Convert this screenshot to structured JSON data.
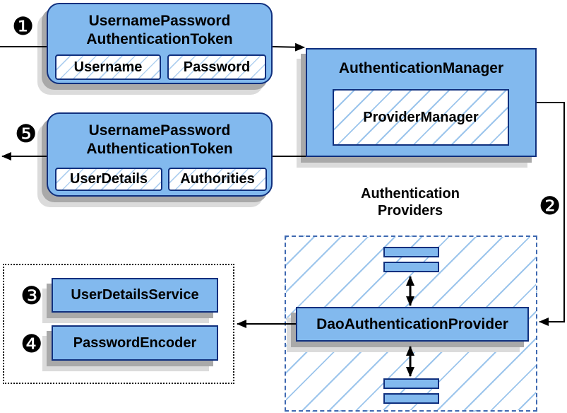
{
  "badges": {
    "one": "❶",
    "two": "❷",
    "three": "❸",
    "four": "❹",
    "five": "❺"
  },
  "request_token": {
    "title_line1": "UsernamePassword",
    "title_line2": "AuthenticationToken",
    "fields": [
      "Username",
      "Password"
    ]
  },
  "response_token": {
    "title_line1": "UsernamePassword",
    "title_line2": "AuthenticationToken",
    "fields": [
      "UserDetails",
      "Authorities"
    ]
  },
  "authentication_manager": {
    "title": "AuthenticationManager",
    "implementation": "ProviderManager"
  },
  "authentication_providers": {
    "label_line1": "Authentication",
    "label_line2": "Providers",
    "provider": "DaoAuthenticationProvider"
  },
  "collaborators": {
    "items": [
      "UserDetailsService",
      "PasswordEncoder"
    ]
  },
  "colors": {
    "node_fill": "#82b9ee",
    "node_border": "#10307e",
    "hatch_line": "#9cc5ec",
    "dashed_border": "#3e68b0",
    "dotted_border": "#101010",
    "shadow_dark": "#a9a9a9",
    "shadow_light": "#dbdbdb",
    "arrow": "#000000"
  }
}
